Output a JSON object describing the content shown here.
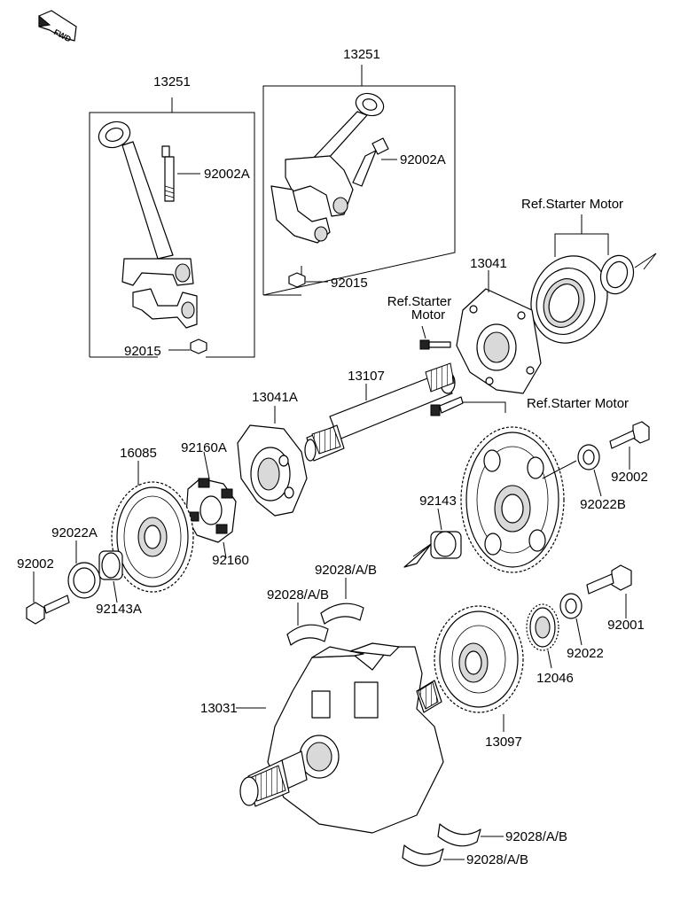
{
  "diagram": {
    "badge": "FWD",
    "callouts": {
      "conrod_left_assy": "13251",
      "conrod_right_assy": "13251",
      "bolt_left": "92002A",
      "bolt_right": "92002A",
      "nut_left": "92015",
      "nut_right": "92015",
      "ref_starter_motor_top": "Ref.Starter Motor",
      "ref_starter_line1": "Ref.Starter",
      "ref_starter_line2": "Motor",
      "ref_starter_motor_mid": "Ref.Starter Motor",
      "clutch_13041": "13041",
      "shaft_13107": "13107",
      "clutch_13041a": "13041A",
      "damper_92160a": "92160A",
      "damper_92160": "92160",
      "gear_16085": "16085",
      "collar_92022a": "92022A",
      "bolt_92002_left": "92002",
      "bush_92143a": "92143A",
      "bush_92143": "92143",
      "washer_92022b": "92022B",
      "bolt_92002_right": "92002",
      "bearing_upper_1": "92028/A/B",
      "bearing_upper_2": "92028/A/B",
      "bolt_92001": "92001",
      "washer_92022": "92022",
      "gear_12046": "12046",
      "crankshaft_13031": "13031",
      "gear_13097": "13097",
      "bearing_lower_1": "92028/A/B",
      "bearing_lower_2": "92028/A/B"
    }
  }
}
